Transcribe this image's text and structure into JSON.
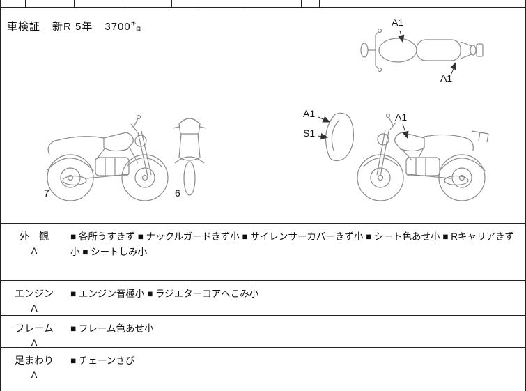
{
  "header": {
    "inspection_label": "車検証",
    "inspection_term": "新R 5年",
    "mileage": "3700㌔"
  },
  "diagram": {
    "top_view": {
      "tank_label": "A1",
      "seat_label": "A1"
    },
    "side_view_left": {
      "rear_number": "7",
      "front_number": "6"
    },
    "side_view_right": {
      "cowl_label": "A1",
      "screen_label": "S1",
      "tank_label": "A1"
    }
  },
  "table": {
    "rows": [
      {
        "category": "外　観",
        "grade": "A",
        "comments": "■ 各所うすきず ■ ナックルガードきず小 ■ サイレンサーカバーきず小 ■ シート色あせ小 ■ Rキャリアきず小 ■ シートしみ小"
      },
      {
        "category": "エンジン",
        "grade": "A",
        "comments": "■ エンジン音極小 ■ ラジエターコアへこみ小"
      },
      {
        "category": "フレーム",
        "grade": "A",
        "comments": "■ フレーム色あせ小"
      },
      {
        "category": "足まわり",
        "grade": "A",
        "comments": "■ チェーンさび"
      }
    ]
  },
  "colors": {
    "rule_line": "#222222",
    "drawing_line": "#8a8a8a",
    "text": "#111111"
  }
}
